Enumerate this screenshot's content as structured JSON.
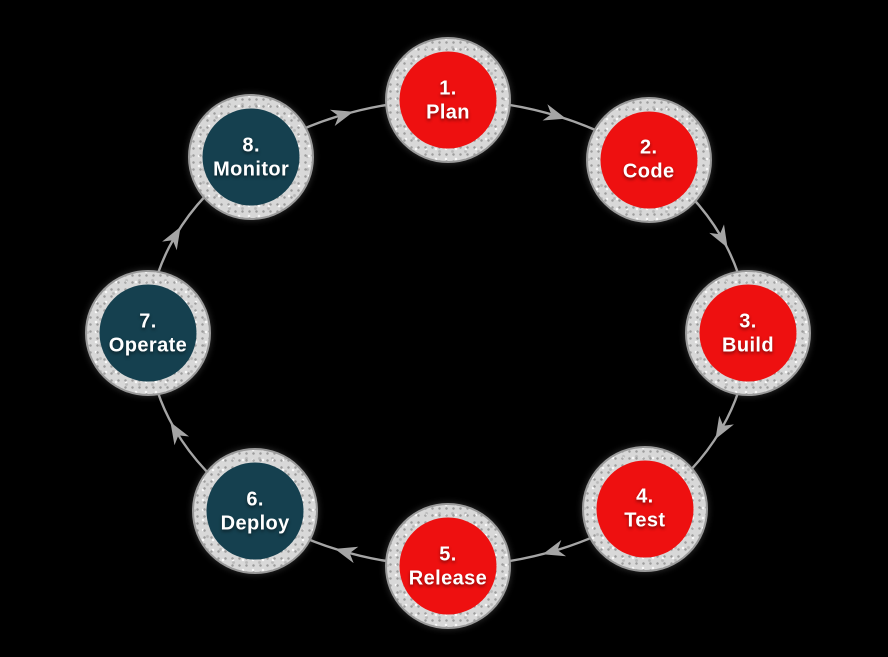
{
  "diagram": {
    "type": "cycle",
    "direction": "clockwise",
    "stages": [
      {
        "number": "1.",
        "label": "Plan",
        "color": "#ee1010"
      },
      {
        "number": "2.",
        "label": "Code",
        "color": "#ee1010"
      },
      {
        "number": "3.",
        "label": "Build",
        "color": "#ee1010"
      },
      {
        "number": "4.",
        "label": "Test",
        "color": "#ee1010"
      },
      {
        "number": "5.",
        "label": "Release",
        "color": "#ee1010"
      },
      {
        "number": "6.",
        "label": "Deploy",
        "color": "#15404f"
      },
      {
        "number": "7.",
        "label": "Operate",
        "color": "#15404f"
      },
      {
        "number": "8.",
        "label": "Monitor",
        "color": "#15404f"
      }
    ],
    "text_color": "#ffffff",
    "ring_color": "#d8d8d8",
    "ring_border_color": "#9a9a9a",
    "connector_color": "#a5a5a5",
    "background_color": "#000000"
  }
}
